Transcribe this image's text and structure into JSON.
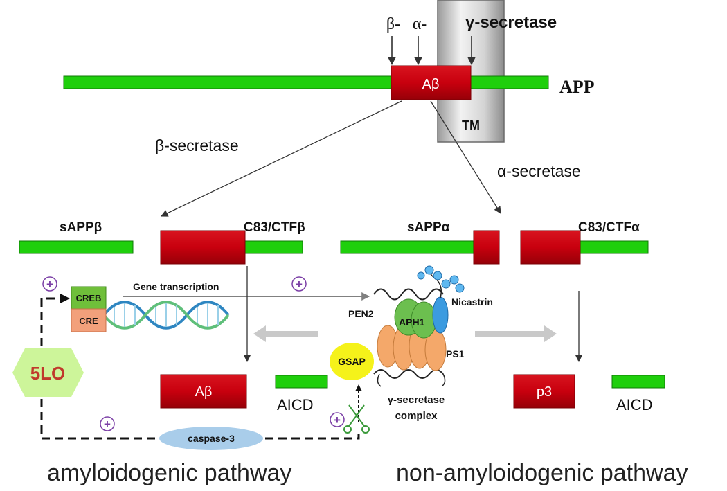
{
  "colors": {
    "green_bar": "#1fcf0c",
    "red_box": "#c8000e",
    "membrane": "#c8c8c8",
    "lo5_fill": "#cdf59a",
    "lo5_text": "#c0392b",
    "plus": "#7b3fa6",
    "creb": "#6fbf3a",
    "cre": "#f2a07b",
    "gsap": "#f5f21a",
    "caspase": "#a9cdea",
    "protein_orange": "#f4a86a",
    "protein_green": "#6cbf4f",
    "protein_blue": "#3b9be0",
    "pathway_arrow": "#c9c9c9"
  },
  "top": {
    "beta_label": "β-",
    "alpha_label": "α-",
    "gamma_label": "γ-secretase",
    "abeta_label": "Aβ",
    "app_label": "APP",
    "tm_label": "TM"
  },
  "enzymes": {
    "beta": "β-secretase",
    "alpha": "α-secretase"
  },
  "fragments": {
    "sappb": "sAPPβ",
    "c83_ctfb": "C83/CTFβ",
    "sappa": "sAPPα",
    "c83_ctfa": "C83/CTFα"
  },
  "signaling": {
    "gene_transcription": "Gene transcription",
    "creb": "CREB",
    "cre": "CRE",
    "lo5": "5LO",
    "gsap": "GSAP",
    "caspase": "caspase-3",
    "plus_sign": "+"
  },
  "complex": {
    "pen2": "PEN2",
    "aph1": "APH1",
    "nicastrin": "Nicastrin",
    "ps1": "PS1",
    "label_line1": "γ-secretase",
    "label_line2": "complex"
  },
  "products": {
    "abeta": "Aβ",
    "aicd_left": "AICD",
    "p3": "p3",
    "aicd_right": "AICD"
  },
  "pathways": {
    "amyloidogenic": "amyloidogenic pathway",
    "non_amyloidogenic": "non-amyloidogenic pathway"
  }
}
